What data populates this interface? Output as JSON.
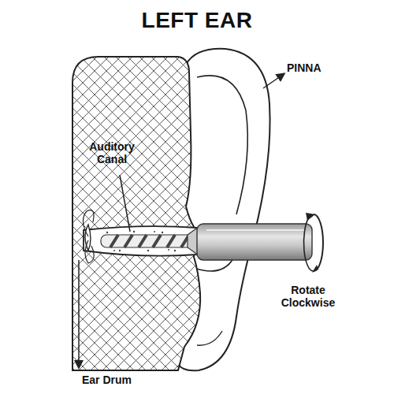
{
  "diagram": {
    "title": "LEFT EAR",
    "labels": [
      "PINNA",
      "Auditory Canal",
      "Ear Drum",
      "Rotate Clockwise"
    ]
  }
}
